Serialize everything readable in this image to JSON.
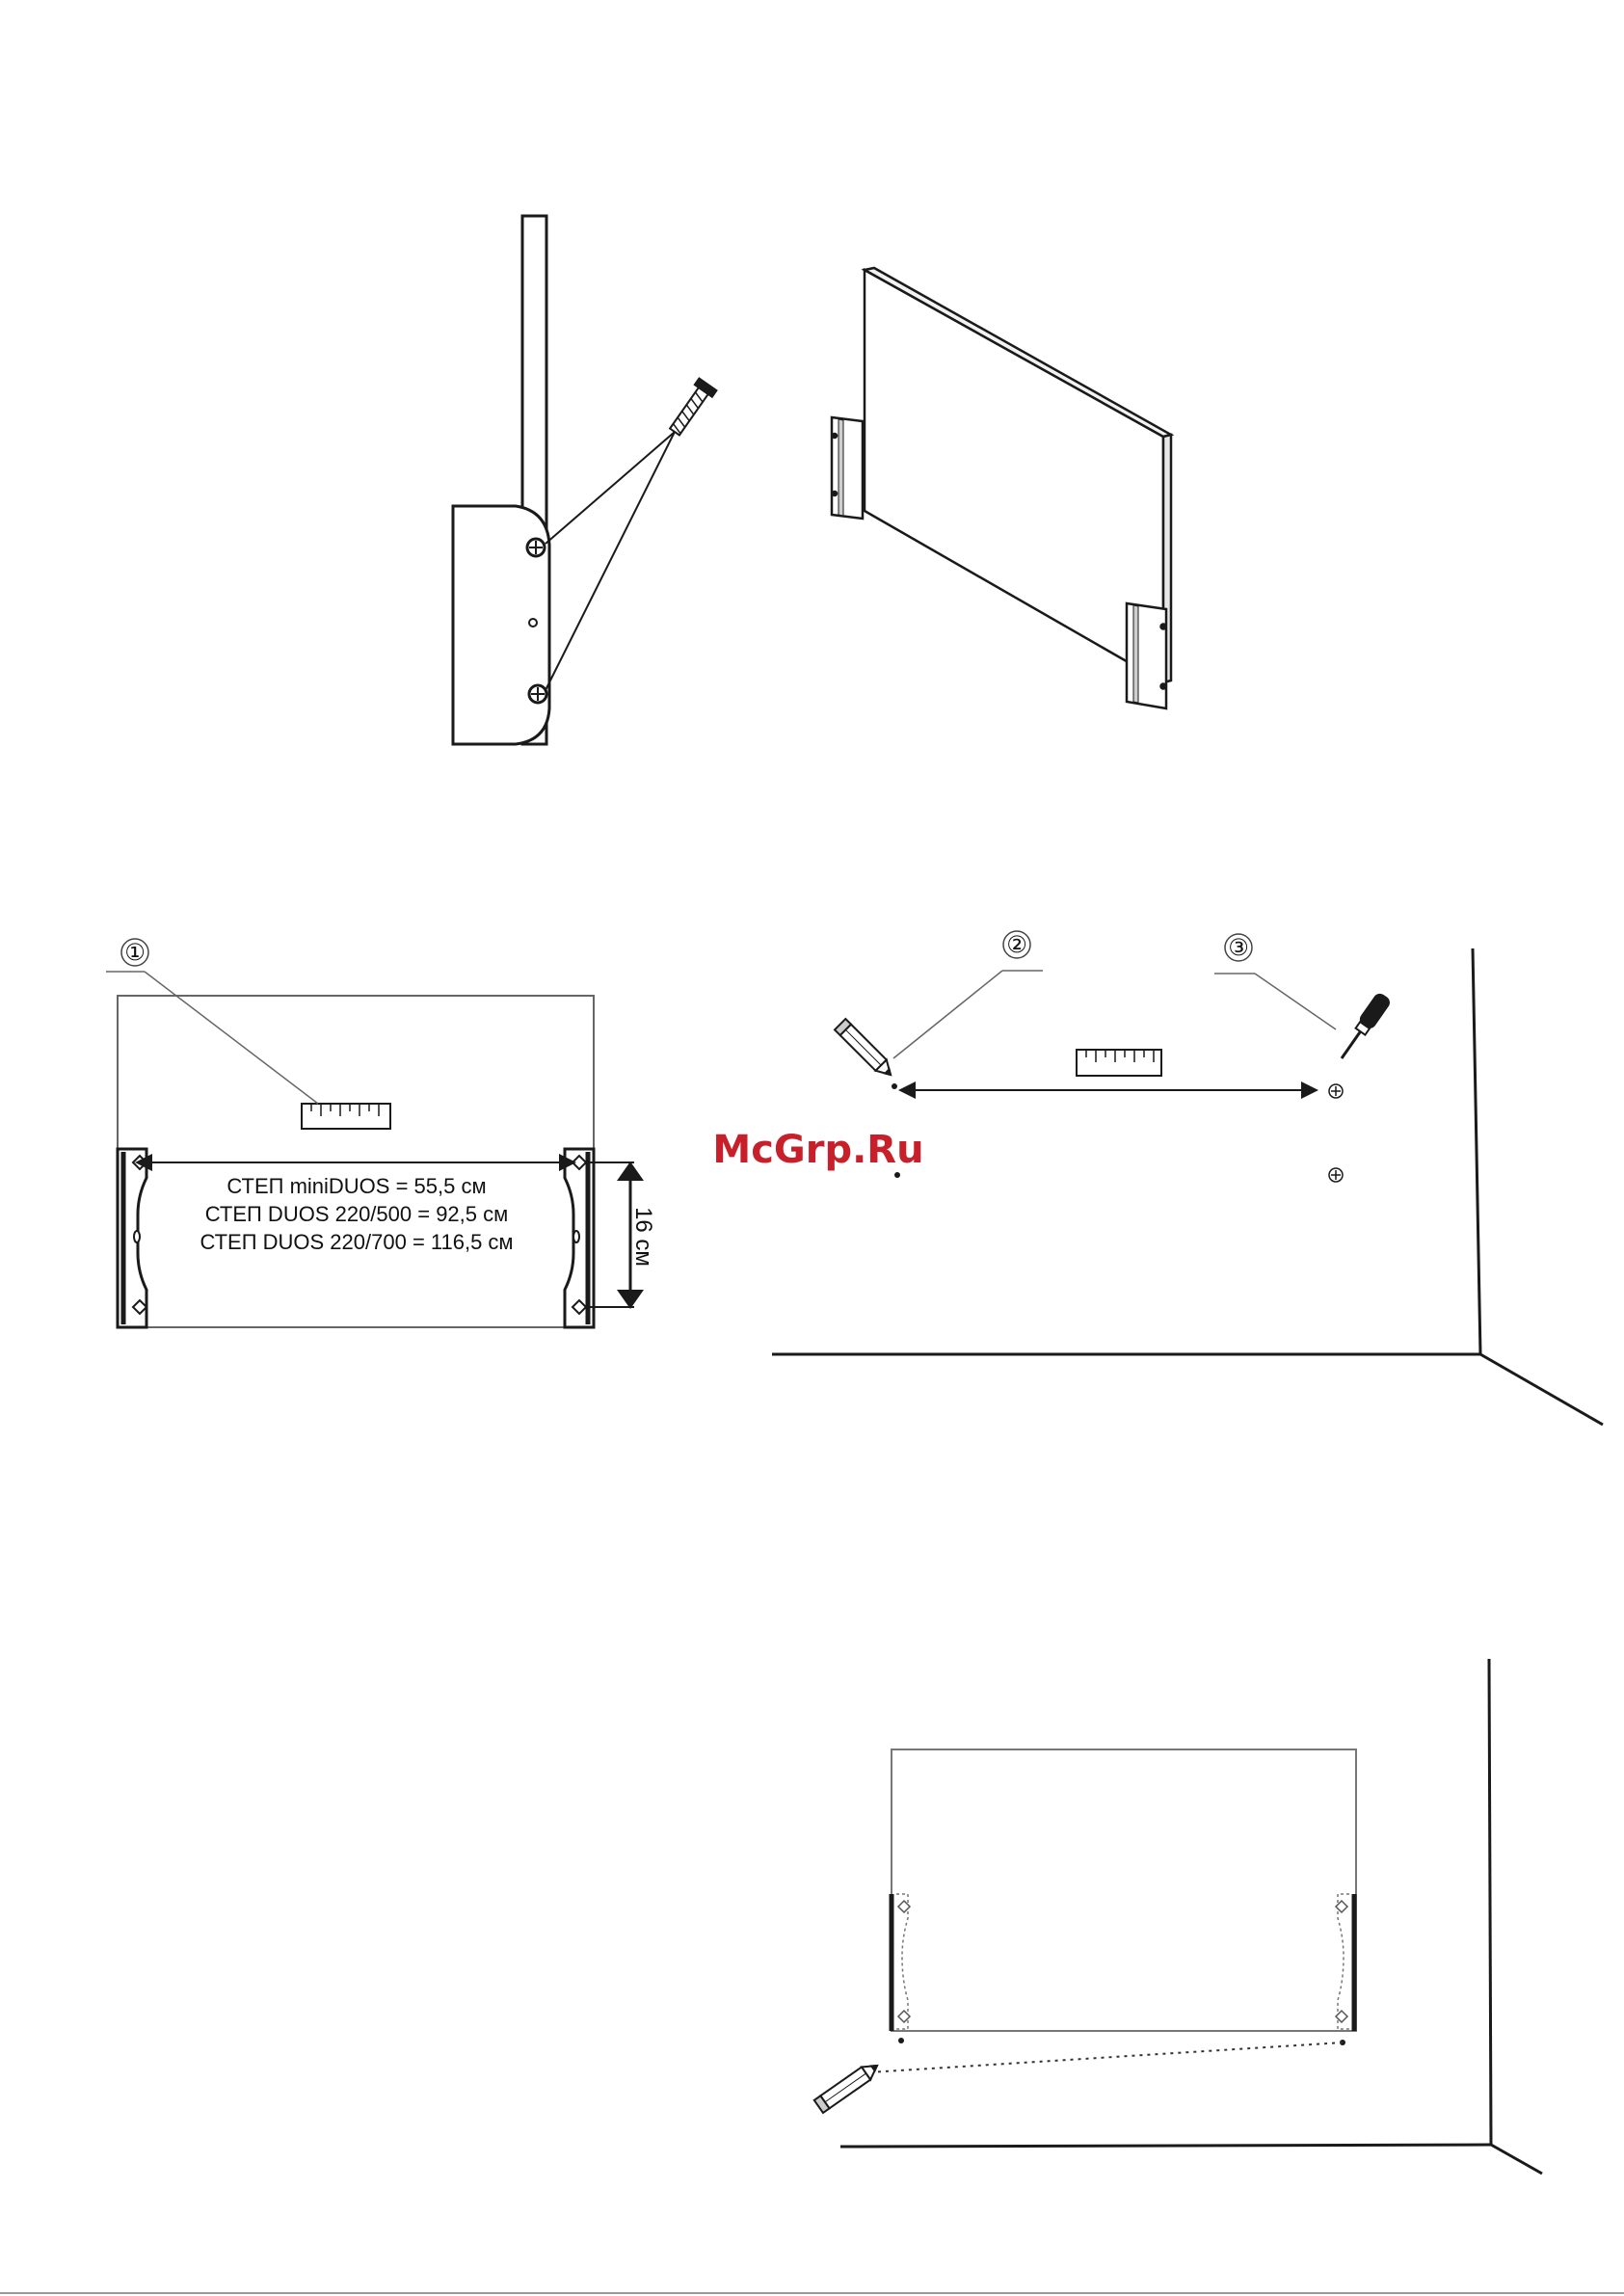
{
  "watermark": "McGrp.Ru",
  "callouts": {
    "one": "①",
    "two": "②",
    "three": "③"
  },
  "dimensions": {
    "mini": "СТЕП miniDUOS = 55,5 см",
    "duos500": "СТЕП DUOS 220/500 = 92,5 см",
    "duos700": "СТЕП DUOS 220/700 = 116,5 см",
    "vertical": "16 см"
  },
  "colors": {
    "line": "#1a1a1a",
    "thin_line": "#555555",
    "watermark": "#c8202a"
  },
  "icons": [
    "screw-icon",
    "ruler-icon",
    "pencil-icon",
    "screwdriver-icon"
  ]
}
